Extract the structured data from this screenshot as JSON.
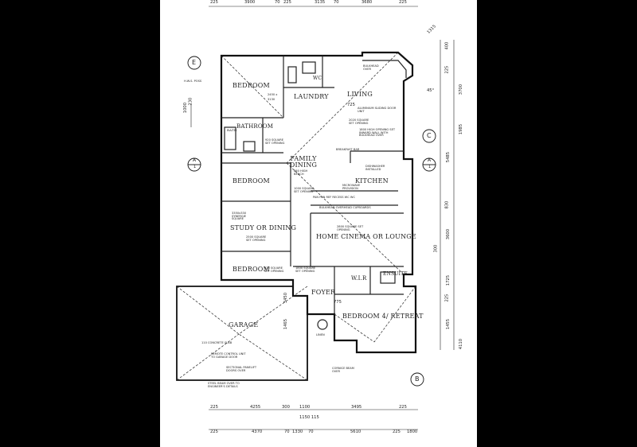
{
  "rooms": {
    "bedroom1": "BEDROOM",
    "laundry": "LAUNDRY",
    "living": "LIVING",
    "bathroom": "BATHROOM",
    "family_dining": "FAMILY DINING",
    "bedroom2": "BEDROOM",
    "kitchen": "KITCHEN",
    "study": "STUDY OR DINING",
    "home_cinema": "HOME CINEMA OR LOUNGE",
    "bedroom3": "BEDROOM",
    "wir": "W.I.R",
    "ensuite": "ENSUITE",
    "foyer": "FOYER",
    "bedroom4": "BEDROOM 4/ RETREAT",
    "garage": "GARAGE",
    "wc": "WC",
    "bath": "BATH"
  },
  "notes": {
    "hws": "H.W.S. POSS",
    "bulkhead_over": "BULKHEAD OVER",
    "sliding_door": "ALUMINIUM SLIDING DOOR UNIT",
    "square_opening_a": "2020 SQUARE SET OPENING",
    "square_opening_b": "1800 HIGH OPENING SET INWARD WALL WITH BULKHEAD OVER",
    "square_opening_c": "920 SQUARE SET OPENING",
    "breakfast_bar": "BREAKFAST BAR",
    "dishwasher": "DISHWASHER INSTALLED",
    "bench_860": "860 HIGH BENCH",
    "microwave": "MICROWAVE PROVISION",
    "pantry_row": "PAN   PAN   REF RECESS   WC   WC",
    "bulkhead_overhead": "BULKHEAD OVERHEAD CUPBOARDS",
    "opening_1000": "1000 SQUARE SET OPENING",
    "opening_2800": "2800 SQUARE SET OPENING",
    "opening_3350": "3350x330 SYNERGIE SQUARE",
    "opening_2500": "2500 SQUARE SET OPENING",
    "opening_920b": "920 SQUARE SET OPENING",
    "opening_1800b": "1800 SQUARE SET OPENING",
    "slab": "110 CONCRETE SLAB",
    "remote": "REMOTE CONTROL UNIT TO GARAGE DOOR",
    "sectional_door": "SECTIONAL PANELIFT DOORS OVER",
    "steel_beam": "STEEL BEAM OVER TO ENGINEER'S DETAILS",
    "cornice_beam": "CORNICE BEAM OVER",
    "linen": "LINEN",
    "dim_in_room_a": "2450 x",
    "dim_in_room_b": "3130"
  },
  "dims_top": [
    "225",
    "3900",
    "70",
    "225",
    "3135",
    "70",
    "3680",
    "225"
  ],
  "dims_bottom_1": [
    "225",
    "4255",
    "300",
    "1100",
    "3495",
    "225"
  ],
  "dims_bottom_2": [
    "225",
    "4370",
    "70",
    "1330",
    "70",
    "5610",
    "225",
    "1800"
  ],
  "dims_bottom_mid": "1150 115",
  "dims_right": [
    "400",
    "225",
    "3700",
    "1985",
    "5485",
    "830",
    "3600",
    "300",
    "1725",
    "225",
    "1455",
    "4110"
  ],
  "dims_left": [
    "1000",
    "230"
  ],
  "grid_markers": [
    "E",
    "A",
    "A",
    "C",
    "B"
  ],
  "marker_subs": [
    "1",
    "1"
  ],
  "angle": "45°",
  "small_tags": [
    "1315",
    "725",
    "775",
    "1465",
    "3450"
  ]
}
